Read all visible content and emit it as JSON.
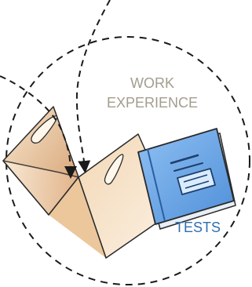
{
  "circle_label": {
    "line1": "WORK",
    "line2": "EXPERIENCE"
  },
  "notebook_label": "TESTS",
  "colors": {
    "label_gray": "#a39d8e",
    "tests_blue": "#2f6fb0",
    "folder_light": "#f6e6cf",
    "folder_dark": "#d9a77c",
    "notebook_fill": "#6fa8e8",
    "notebook_dark": "#3f79c2",
    "dash_stroke": "#1a1a1a"
  },
  "icons": {
    "folder": "open-folder-icon",
    "notebook": "notebook-icon",
    "arrows": "dashed-arrow-icon"
  }
}
